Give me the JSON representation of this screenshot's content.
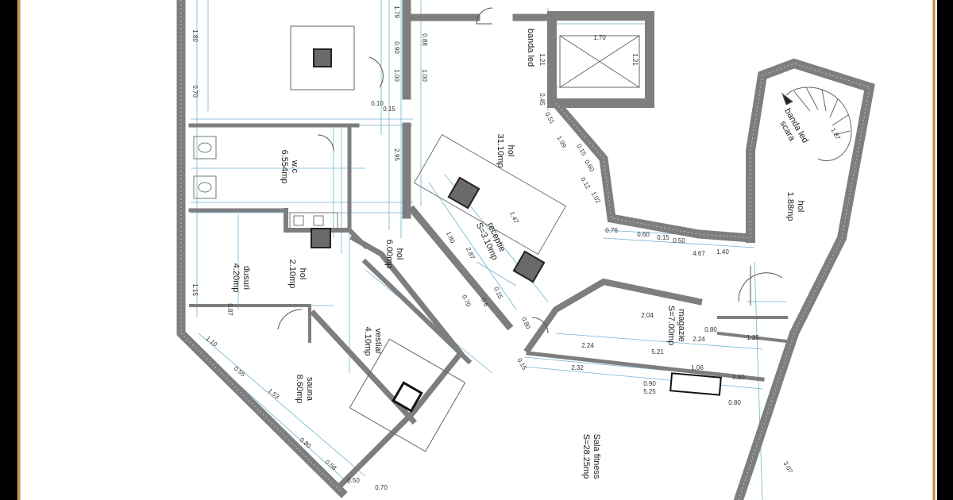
{
  "colors": {
    "background": "#000000",
    "paper": "#ffffff",
    "frame": "#c9892f",
    "wall": "#8a8a8a",
    "dimension": "#5aa6c8",
    "text": "#222222"
  },
  "rooms": [
    {
      "id": "wc",
      "name": "w.c",
      "area": "6.554mp"
    },
    {
      "id": "hol-main",
      "name": "hol",
      "area": "31.10mp"
    },
    {
      "id": "banda-led-top",
      "name": "banda led",
      "area": ""
    },
    {
      "id": "banda-led-scara",
      "name": "banda led",
      "area": "scara"
    },
    {
      "id": "hol-right",
      "name": "hol",
      "area": "1.88mp"
    },
    {
      "id": "receptie",
      "name": "receptie",
      "area": "S=3.10mp"
    },
    {
      "id": "hol-mid",
      "name": "hol",
      "area": "6.00mp"
    },
    {
      "id": "hol-small",
      "name": "hol",
      "area": "2.10mp"
    },
    {
      "id": "dusuri",
      "name": "dusuri",
      "area": "4.20mp"
    },
    {
      "id": "vestiar",
      "name": "vestiar",
      "area": "4.10mp"
    },
    {
      "id": "sauna",
      "name": "sauna",
      "area": "8.60mp"
    },
    {
      "id": "magazie",
      "name": "magazie",
      "area": "S=7.00mp"
    },
    {
      "id": "sala",
      "name": "Sala fitness",
      "area": "S=28.25mp"
    }
  ],
  "dimensions": [
    "1.80",
    "0.70",
    "1.79",
    "0.90",
    "1.00",
    "0.10",
    "0.15",
    "1.15",
    "0.87",
    "2.95",
    "0.88",
    "1.00",
    "1.70",
    "1.21",
    "1.21",
    "0.45",
    "0.51",
    "1.99",
    "0.15",
    "0.60",
    "0.12",
    "1.02",
    "0.76",
    "0.60",
    "0.15",
    "0.50",
    "4.67",
    "1.40",
    "1.47",
    "1.80",
    "2.87",
    "0.70",
    "0.15",
    "0.80",
    "2.04",
    "0.80",
    "1.25",
    "2.24",
    "5.21",
    "1.06",
    "2.32",
    "0.80",
    "0.90",
    "5.25",
    "0.80",
    "1.10",
    "0.55",
    "1.53",
    "0.80",
    "0.58",
    "0.50",
    "0.70",
    "1.87",
    "3.07",
    "2.24",
    "0.15",
    "0.6"
  ]
}
